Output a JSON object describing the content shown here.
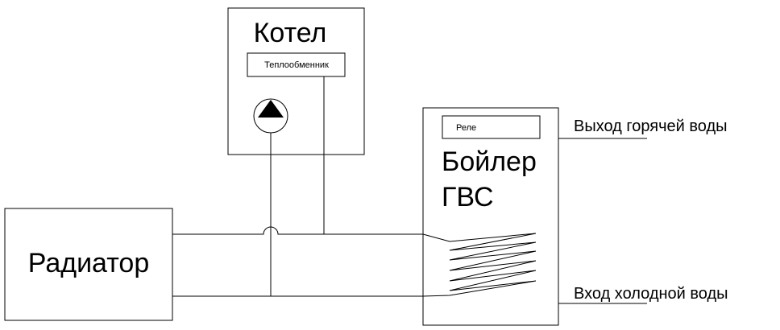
{
  "diagram": {
    "boiler": {
      "title": "Котел",
      "heat_exchanger_label": "Теплообменник"
    },
    "radiator": {
      "label": "Радиатор"
    },
    "water_heater": {
      "relay_label": "Реле",
      "title_line1": "Бойлер",
      "title_line2": "ГВС"
    },
    "outputs": {
      "hot_water_out": "Выход горячей воды",
      "cold_water_in": "Вход холодной воды"
    },
    "colors": {
      "stroke": "#000000",
      "background": "#ffffff"
    },
    "icons": {
      "pump": "pump-icon"
    }
  }
}
